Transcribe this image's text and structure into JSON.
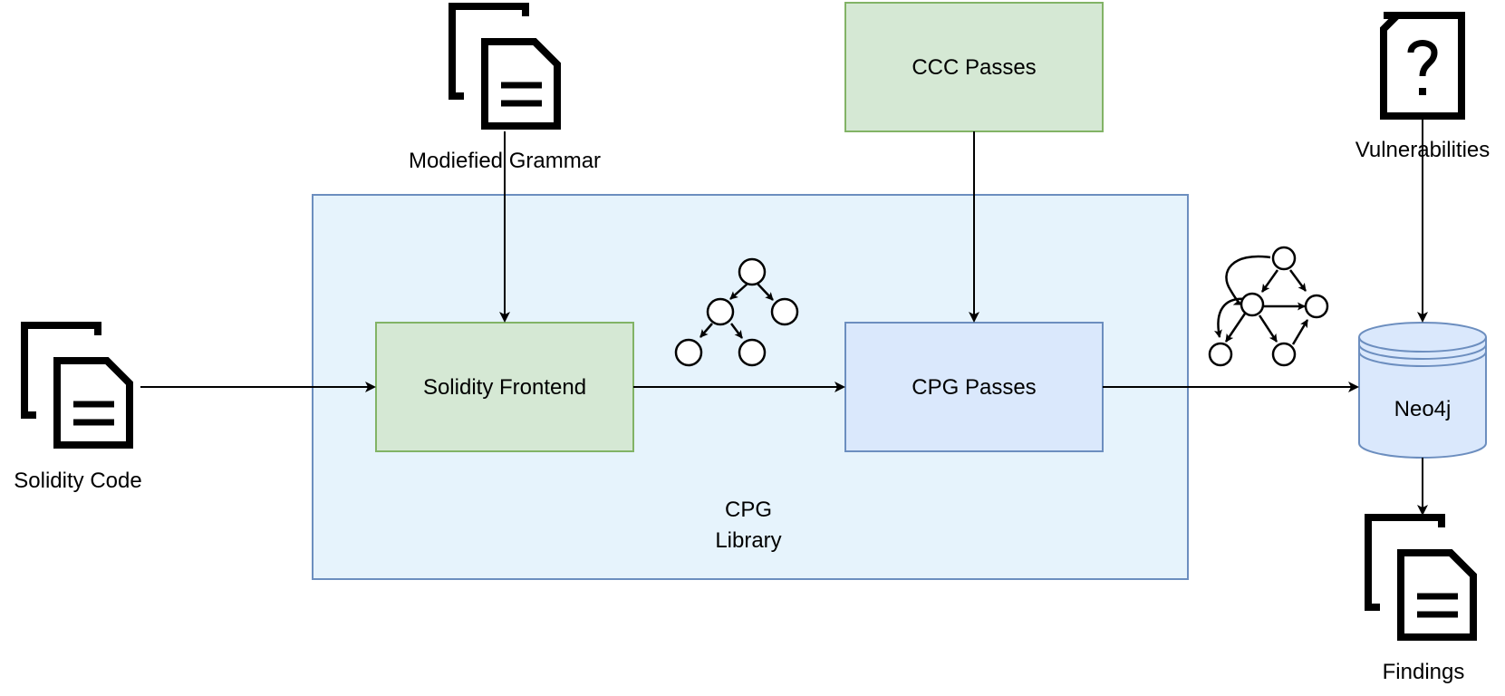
{
  "diagram": {
    "container": {
      "line1": "CPG",
      "line2": "Library"
    },
    "boxes": {
      "solidity_frontend": "Solidity Frontend",
      "cpg_passes": "CPG Passes",
      "ccc_passes": "CCC Passes"
    },
    "labels": {
      "solidity_code": "Solidity Code",
      "modified_grammar": "Modiefied Grammar",
      "vulnerabilities": "Vulnerabilities",
      "findings": "Findings"
    },
    "database": {
      "label": "Neo4j"
    },
    "icons": {
      "input_documents": "documents-icon",
      "grammar_documents": "documents-icon",
      "vulnerabilities_document": "question-document-icon",
      "findings_documents": "documents-icon",
      "tree_graph": "tree-graph-icon",
      "complex_graph": "graph-icon",
      "database": "database-icon"
    },
    "colors": {
      "container_fill": "#e6f3fc",
      "container_stroke": "#6c8ebf",
      "green_fill": "#d5e8d4",
      "green_stroke": "#82b366",
      "blue_fill": "#dae8fc",
      "blue_stroke": "#6c8ebf"
    }
  }
}
